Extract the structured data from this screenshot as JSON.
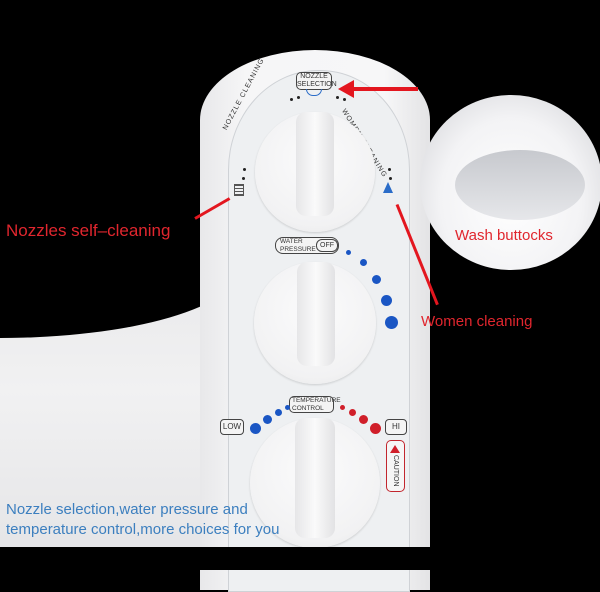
{
  "panel": {
    "nozzle_selection": {
      "label_line1": "NOZZLE",
      "label_line2": "SELECTION"
    },
    "arc_left_label": "NOZZLE CLEANING",
    "arc_right_label": "WOMEN CLEANING",
    "water_pressure": {
      "label_line1": "WATER",
      "label_line2": "PRESSURE",
      "off_label": "OFF"
    },
    "temperature": {
      "label_line1": "TEMPERATURE",
      "label_line2": "CONTROL",
      "low_label": "LOW",
      "high_label": "HI"
    },
    "caution_label": "CAUTION"
  },
  "annotations": {
    "nozzles_self_cleaning": "Nozzles self–cleaning",
    "wash_buttocks": "Wash buttocks",
    "women_cleaning": "Women cleaning"
  },
  "caption": {
    "line1": "Nozzle selection,water pressure and",
    "line2": "temperature control,more choices for you"
  },
  "colors": {
    "annotation_red": "#e0262e",
    "caption_blue": "#3c7fbf",
    "dot_blue": "#1a56c4",
    "dot_red": "#d01f2a",
    "background": "#000000"
  }
}
